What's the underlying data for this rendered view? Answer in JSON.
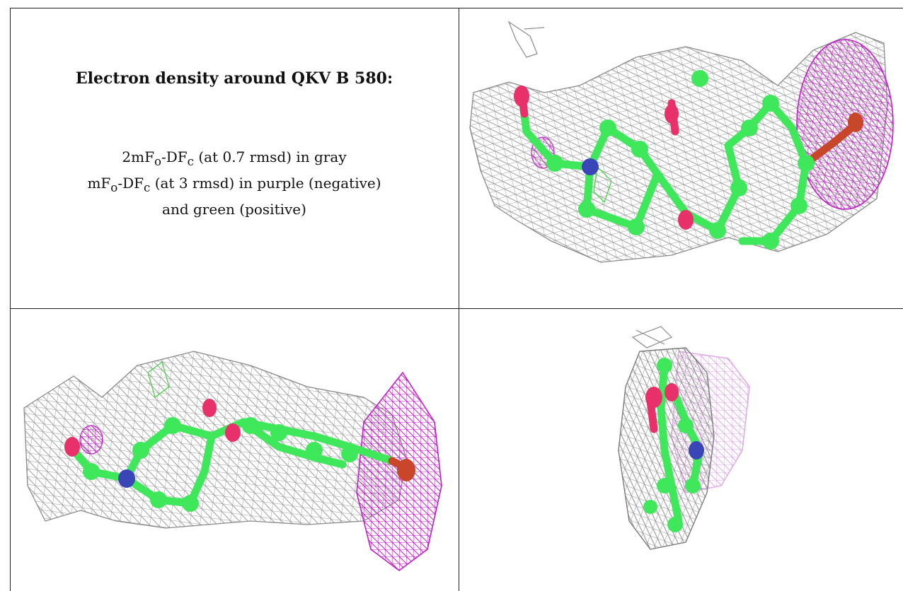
{
  "title": "Electron density around QKV B 580:",
  "legend": {
    "line1": {
      "prefix": "2mF",
      "sub1": "o",
      "mid": "-DF",
      "sub2": "c",
      "suffix": " (at 0.7 rmsd) in gray"
    },
    "line2": {
      "prefix": "mF",
      "sub1": "o",
      "mid": "-DF",
      "sub2": "c",
      "suffix": " (at 3 rmsd) in purple (negative)"
    },
    "line3": "and green (positive)"
  },
  "colors": {
    "mesh_gray": "#9a9a9a",
    "mesh_purple": "#c020c8",
    "mesh_green": "#3ad63a",
    "carbon": "#3fe85a",
    "oxygen": "#e8306a",
    "nitrogen": "#3a45b8",
    "bromine": "#c8462a",
    "border": "#222222"
  },
  "icons": [
    "electron-density-mesh",
    "ball-and-stick-ligand"
  ]
}
